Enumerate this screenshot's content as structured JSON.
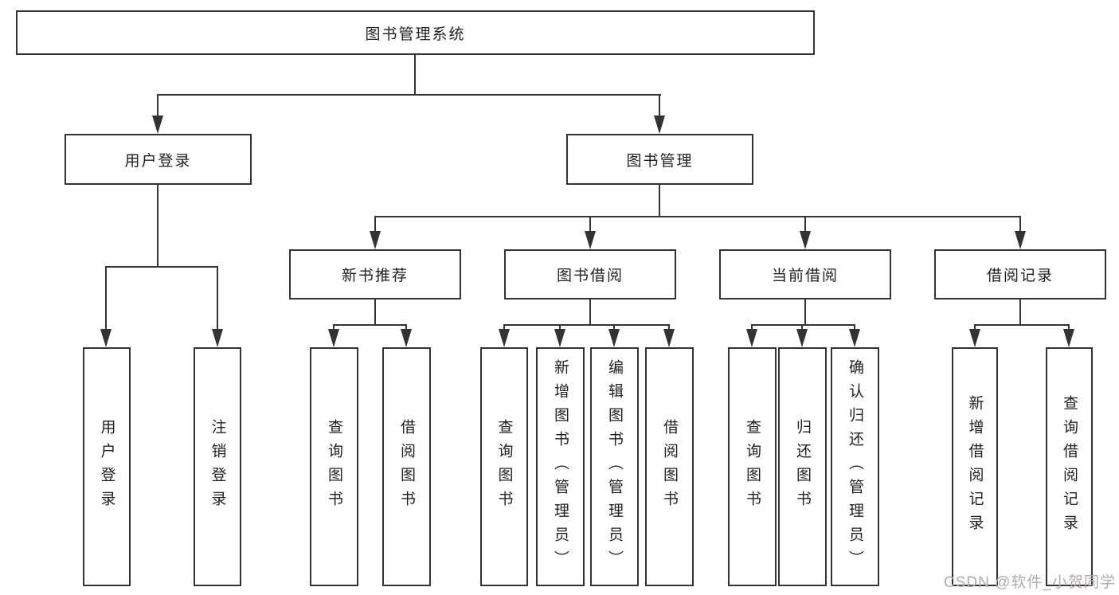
{
  "diagram": {
    "title": "图书管理系统",
    "level2": [
      {
        "label": "用户登录"
      },
      {
        "label": "图书管理"
      }
    ],
    "level3": [
      {
        "label": "新书推荐"
      },
      {
        "label": "图书借阅"
      },
      {
        "label": "当前借阅"
      },
      {
        "label": "借阅记录"
      }
    ],
    "leaves": [
      {
        "label": "用户登录"
      },
      {
        "label": "注销登录"
      },
      {
        "label": "查询图书"
      },
      {
        "label": "借阅图书"
      },
      {
        "label": "查询图书"
      },
      {
        "label": "新增图书（管理员）"
      },
      {
        "label": "编辑图书（管理员）"
      },
      {
        "label": "借阅图书"
      },
      {
        "label": "查询图书"
      },
      {
        "label": "归还图书"
      },
      {
        "label": "确认归还（管理员）"
      },
      {
        "label": "新增借阅记录"
      },
      {
        "label": "查询借阅记录"
      }
    ],
    "watermark": "CSDN @软件_小贺同学",
    "colors": {
      "line": "#333333",
      "text": "#1f1f1f",
      "watermark": "#b3abab",
      "background": "#ffffff"
    }
  }
}
